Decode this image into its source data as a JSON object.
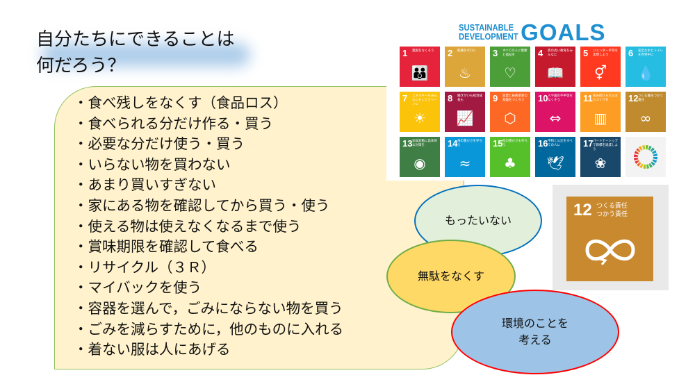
{
  "title": {
    "line1": "自分たちにできることは",
    "line2": "何だろう？"
  },
  "actions": [
    "・食べ残しをなくす（食品ロス）",
    "・食べられる分だけ作る・買う",
    "・必要な分だけ使う・買う",
    "・いらない物を買わない",
    "・あまり買いすぎない",
    "・家にある物を確認してから買う・使う",
    "・使える物は使えなくなるまで使う",
    "・賞味期限を確認して食べる",
    "・リサイクル（３Ｒ）",
    "・マイバックを使う",
    "・容器を選んで，ごみにならない物を買う",
    "・ごみを減らすために，他のものに入れる",
    "・着ない服は人にあげる"
  ],
  "bubbles": [
    {
      "label": "もったいない",
      "fill": "#e2efda",
      "stroke": "#0070c0"
    },
    {
      "label": "無駄をなくす",
      "fill": "#ffd966",
      "stroke": "#70ad47"
    },
    {
      "label": "環境のことを考える",
      "line1": "環境のことを",
      "line2": "考える",
      "fill": "#9dc3e6",
      "stroke": "#ff0000"
    }
  ],
  "sdg_logo": {
    "line1": "SUSTAINABLE",
    "line2": "DEVELOPMENT",
    "word": "GOALS"
  },
  "goals": [
    {
      "n": "1",
      "t": "貧困をなくそう",
      "c": "#e5243b",
      "icon": "people-icon"
    },
    {
      "n": "2",
      "t": "飢餓をゼロに",
      "c": "#dda63a",
      "icon": "bowl-icon"
    },
    {
      "n": "3",
      "t": "すべての人に健康と福祉を",
      "c": "#4c9f38",
      "icon": "heartbeat-icon"
    },
    {
      "n": "4",
      "t": "質の高い教育をみんなに",
      "c": "#c5192d",
      "icon": "book-icon"
    },
    {
      "n": "5",
      "t": "ジェンダー平等を実現しよう",
      "c": "#ff3a21",
      "icon": "gender-icon"
    },
    {
      "n": "6",
      "t": "安全な水とトイレを世界中に",
      "c": "#26bde2",
      "icon": "water-icon"
    },
    {
      "n": "7",
      "t": "エネルギーをみんなにそしてクリーンに",
      "c": "#fcc30b",
      "icon": "sun-icon"
    },
    {
      "n": "8",
      "t": "働きがいも経済成長も",
      "c": "#a21942",
      "icon": "growth-chart-icon"
    },
    {
      "n": "9",
      "t": "産業と技術革新の基盤をつくろう",
      "c": "#fd6925",
      "icon": "cubes-icon"
    },
    {
      "n": "10",
      "t": "人や国の不平等をなくそう",
      "c": "#dd1367",
      "icon": "equality-arrows-icon"
    },
    {
      "n": "11",
      "t": "住み続けられるまちづくりを",
      "c": "#fd9d24",
      "icon": "city-icon"
    },
    {
      "n": "12",
      "t": "つくる責任つかう責任",
      "c": "#bf8b2e",
      "icon": "infinity-icon"
    },
    {
      "n": "13",
      "t": "気候変動に具体的な対策を",
      "c": "#3f7e44",
      "icon": "eye-earth-icon"
    },
    {
      "n": "14",
      "t": "海の豊かさを守ろう",
      "c": "#0a97d9",
      "icon": "fish-icon"
    },
    {
      "n": "15",
      "t": "陸の豊かさも守ろう",
      "c": "#56c02b",
      "icon": "tree-icon"
    },
    {
      "n": "16",
      "t": "平和と公正をすべての人に",
      "c": "#00689d",
      "icon": "dove-icon"
    },
    {
      "n": "17",
      "t": "パートナーシップで目標を達成しよう",
      "c": "#19486a",
      "icon": "rings-icon"
    }
  ],
  "goal12_large": {
    "n": "12",
    "line1": "つくる責任",
    "line2": "つかう責任"
  }
}
